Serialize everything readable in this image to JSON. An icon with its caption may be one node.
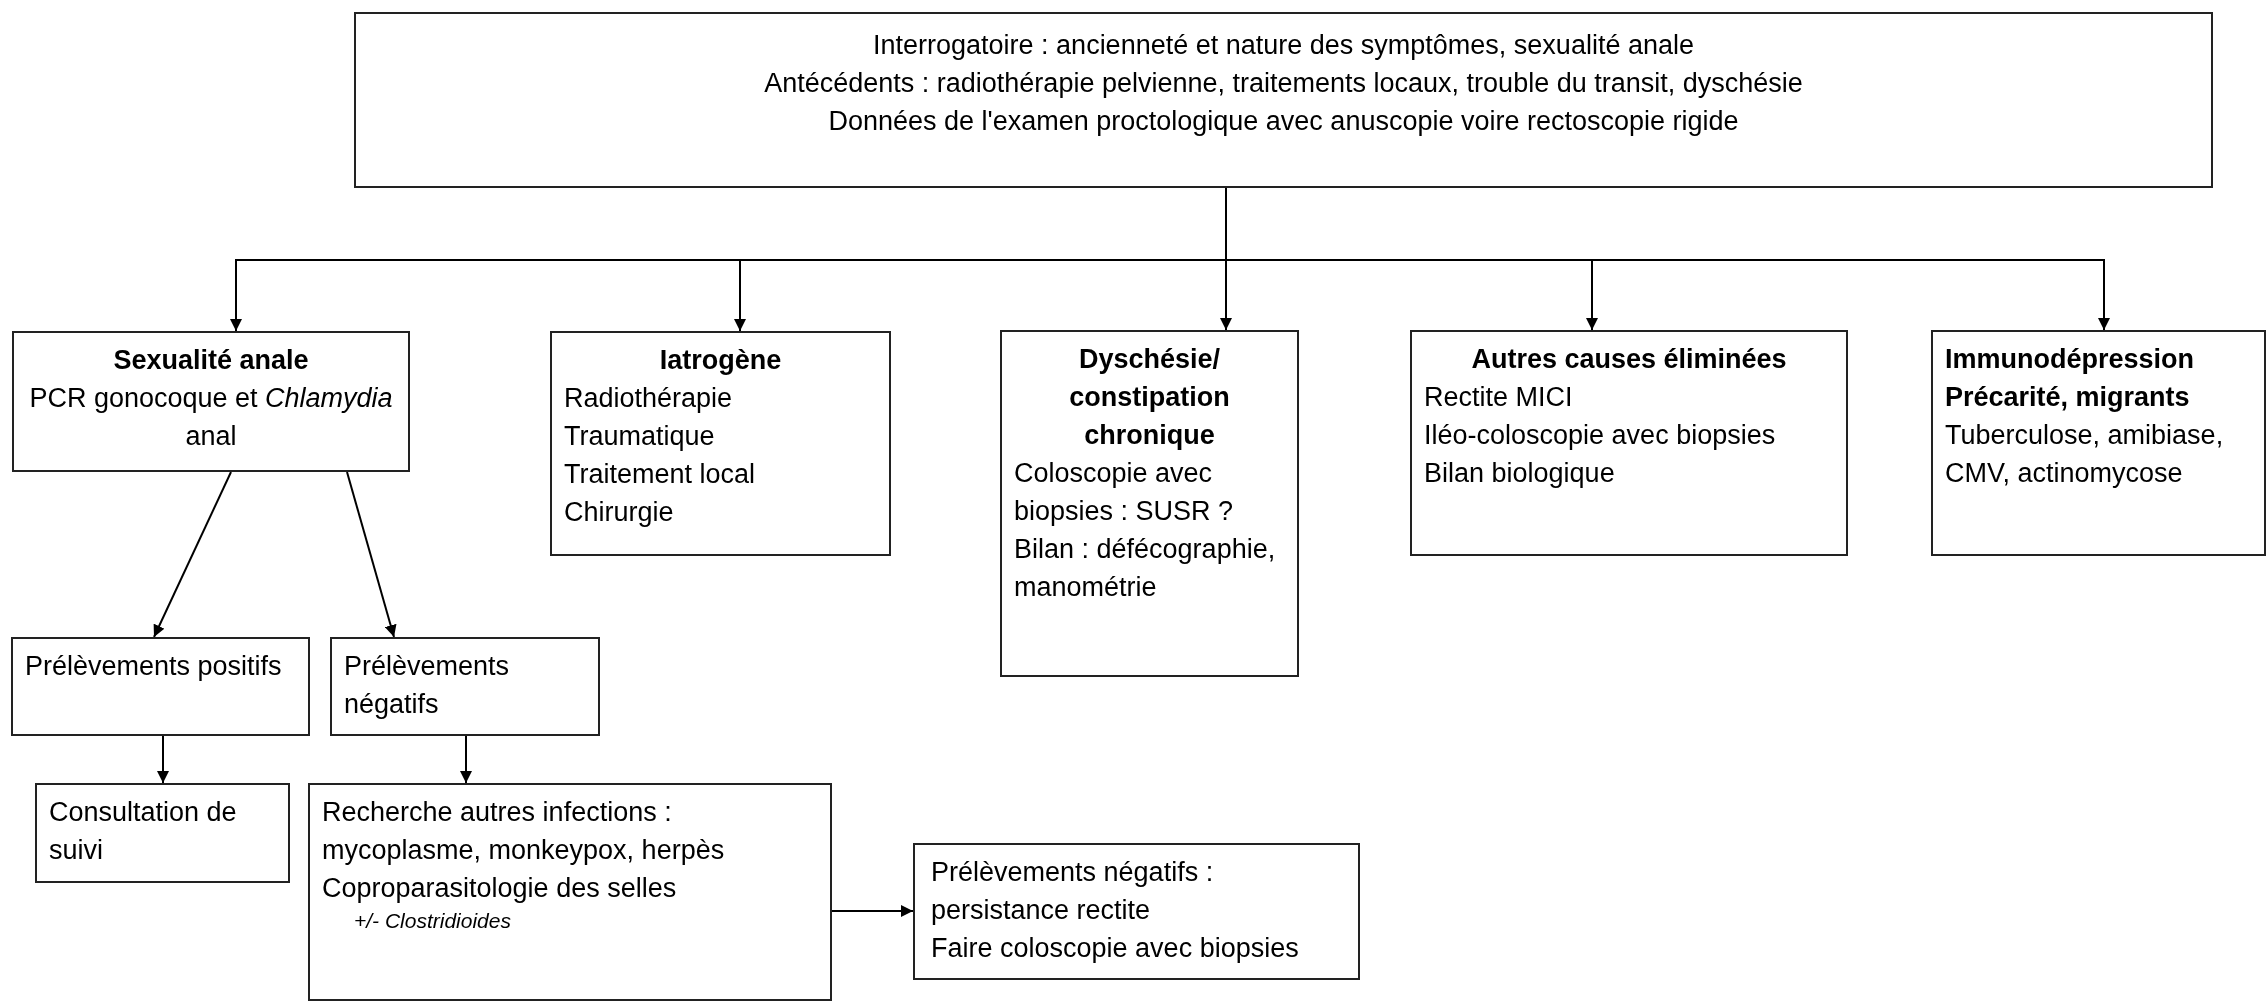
{
  "diagram": {
    "nodes": [
      {
        "text": [
          "Interrogatoire : ancienneté et nature des symptômes, sexualité anale",
          "Antécédents : radiothérapie pelvienne, traitements locaux, trouble du transit, dyschésie",
          "Données de l'examen proctologique avec anuscopie voire rectoscopie rigide"
        ]
      },
      {
        "text": [
          "Sexualité anale",
          "PCR gonocoque et *Chlamydia* anal"
        ]
      },
      {
        "text": [
          "Iatrogène",
          "Radiothérapie",
          "Traumatique",
          "Traitement local",
          "Chirurgie"
        ]
      },
      {
        "text": [
          "Dyschésie/ constipation chronique",
          "Coloscopie avec biopsies : SUSR ?",
          "Bilan : défécographie, manométrie"
        ]
      },
      {
        "text": [
          "Autres causes éliminées",
          "Rectite MICI",
          "Iléo-coloscopie avec biopsies",
          "Bilan biologique"
        ]
      },
      {
        "text": [
          "Immunodépression",
          "Précarité, migrants",
          "Tuberculose, amibiase, CMV, actinomycose"
        ]
      },
      {
        "text": [
          "Prélèvements positifs"
        ]
      },
      {
        "text": [
          "Prélèvements négatifs"
        ]
      },
      {
        "text": [
          "Consultation de suivi"
        ]
      },
      {
        "text": [
          "Recherche autres infections : mycoplasme, monkeypox, herpès",
          "Coproparasitologie des selles",
          "+/- Clostridioides"
        ]
      },
      {
        "text": [
          "Prélèvements négatifs : persistance rectite",
          "Faire coloscopie avec biopsies"
        ]
      }
    ],
    "edges": [
      {
        "from": 0,
        "to": 1,
        "arrow": "to"
      },
      {
        "from": 0,
        "to": 2,
        "arrow": "to"
      },
      {
        "from": 0,
        "to": 3,
        "arrow": "to"
      },
      {
        "from": 0,
        "to": 4,
        "arrow": "to"
      },
      {
        "from": 0,
        "to": 5,
        "arrow": "to"
      },
      {
        "from": 1,
        "to": 6,
        "arrow": "to"
      },
      {
        "from": 1,
        "to": 7,
        "arrow": "to"
      },
      {
        "from": 6,
        "to": 8,
        "arrow": "to"
      },
      {
        "from": 7,
        "to": 9,
        "arrow": "to"
      },
      {
        "from": 9,
        "to": 10,
        "arrow": "to"
      }
    ]
  }
}
